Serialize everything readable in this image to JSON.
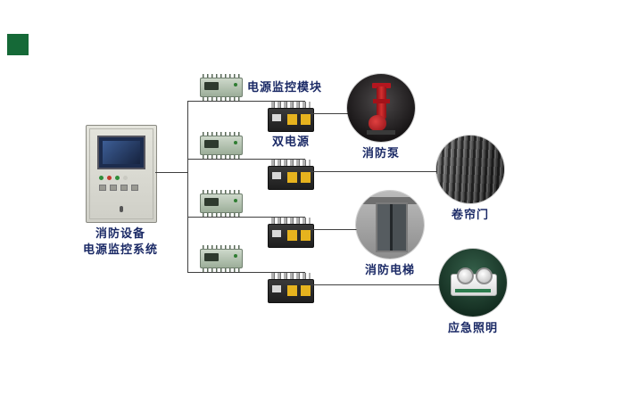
{
  "diagram": {
    "system_label": {
      "line1": "消防设备",
      "line2": "电源监控系统"
    },
    "module_label": "电源监控模块",
    "dual_power_label": "双电源",
    "devices": [
      {
        "label": "消防泵"
      },
      {
        "label": "卷帘门"
      },
      {
        "label": "消防电梯"
      },
      {
        "label": "应急照明"
      }
    ],
    "colors": {
      "label_text": "#1b2a66",
      "accent_green": "#156937",
      "line": "#3f3f3f",
      "ats_yellow": "#e6b31e",
      "pump_red": "#c1121f"
    }
  }
}
